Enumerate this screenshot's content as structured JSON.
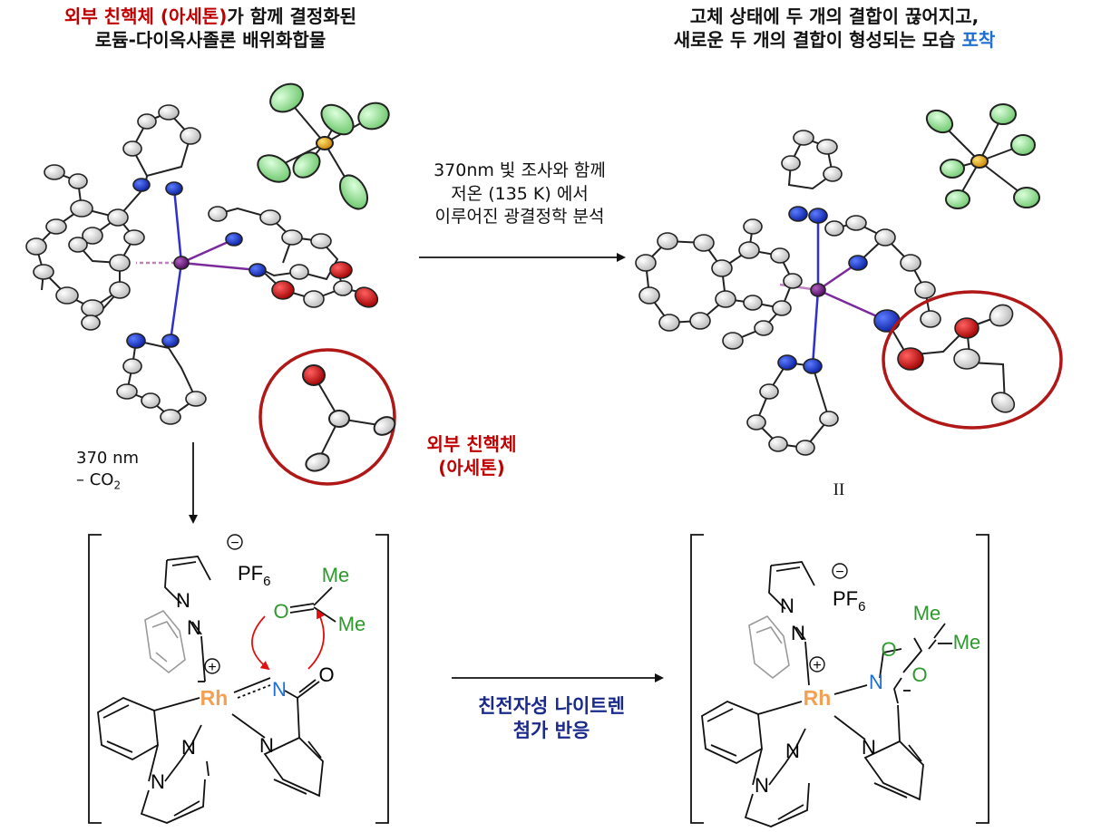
{
  "title_left": {
    "line1_red": "외부 친핵체 (아세톤)",
    "line1_black": "가 함께 결정화된",
    "line2": "로듐-다이옥사졸론 배위화합물"
  },
  "title_right": {
    "line1": "고체 상태에 두 개의 결합이 끊어지고,",
    "line2_black": "새로운 두 개의 결합이 형성되는 모습 ",
    "line2_blue": "포착"
  },
  "arrow_top": {
    "line1": "370nm 빛 조사와 함께",
    "line2": "저온 (135 K) 에서",
    "line3": "이루어진 광결정학 분석"
  },
  "nucleophile_label": {
    "line1": "외부 친핵체",
    "line2": "(아세톤)"
  },
  "arrow_down": {
    "line1": "370 nm",
    "line2_prefix": "– CO",
    "line2_sub": "2"
  },
  "product_label": "II",
  "arrow_bottom": {
    "line1": "친전자성 나이트렌",
    "line2": "첨가 반응"
  },
  "structure_left": {
    "counterion": "PF",
    "counterion_sub": "6",
    "anion_charge": "−",
    "metal": "Rh",
    "cation_charge": "+",
    "me_top": "Me",
    "me_bottom": "Me",
    "ketone_o": "O",
    "nitrene_n": "N",
    "carbonyl_o": "O",
    "pyridine_n": "N",
    "pz_n_top_1": "N",
    "pz_n_top_2": "N",
    "pz_n_bot_1": "N",
    "pz_n_bot_2": "N"
  },
  "structure_right": {
    "counterion": "PF",
    "counterion_sub": "6",
    "anion_charge": "−",
    "metal": "Rh",
    "cation_charge": "+",
    "me_top": "Me",
    "me_right": "Me",
    "ring_o_1": "O",
    "ring_o_2": "O",
    "ring_n": "N",
    "pyridine_n": "N",
    "pz_n_top_1": "N",
    "pz_n_top_2": "N",
    "pz_n_bot_1": "N",
    "pz_n_bot_2": "N"
  },
  "colors": {
    "red": "#c00000",
    "blue": "#1f6fd1",
    "navy": "#1a2a8c",
    "green": "#2e9a2e",
    "rhodium": "#f5a050",
    "metal_purple": "#5a1a6a",
    "n_blue": "#1a3cd0",
    "o_red": "#d81010",
    "p_orange": "#e0a020",
    "f_green": "#90e090",
    "bond_grey": "#9a9a9a",
    "circle_red": "#b01818"
  }
}
